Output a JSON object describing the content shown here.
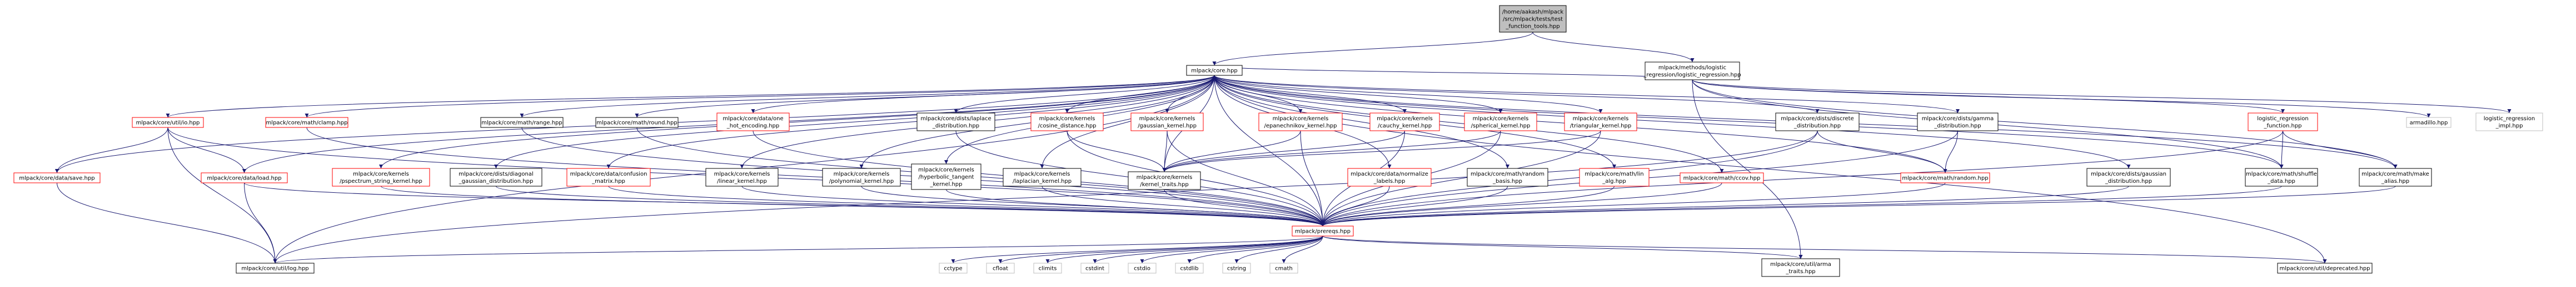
{
  "colors": {
    "background": "#ffffff",
    "edge": "#191970",
    "node_border_default": "#000000",
    "node_border_red": "#ff0000",
    "node_border_gray": "#bfbfbf",
    "root_fill": "#bfbfbf"
  },
  "nodes": [
    {
      "id": "root",
      "lines": [
        "/home/aakash/mlpack",
        "/src/mlpack/tests/test",
        "_function_tools.hpp"
      ],
      "style": "root"
    },
    {
      "id": "core",
      "lines": [
        "mlpack/core.hpp"
      ],
      "style": "black"
    },
    {
      "id": "logreg",
      "lines": [
        "mlpack/methods/logistic",
        "_regression/logistic_regression.hpp"
      ],
      "style": "black"
    },
    {
      "id": "lr_function",
      "lines": [
        "logistic_regression",
        "_function.hpp"
      ],
      "style": "red"
    },
    {
      "id": "armadillo",
      "lines": [
        "armadillo.hpp"
      ],
      "style": "gray"
    },
    {
      "id": "lr_impl",
      "lines": [
        "logistic_regression",
        "_impl.hpp"
      ],
      "style": "gray"
    },
    {
      "id": "util_io",
      "lines": [
        "mlpack/core/util/io.hpp"
      ],
      "style": "red"
    },
    {
      "id": "math_clamp",
      "lines": [
        "mlpack/core/math/clamp.hpp"
      ],
      "style": "red"
    },
    {
      "id": "math_range",
      "lines": [
        "mlpack/core/math/range.hpp"
      ],
      "style": "black"
    },
    {
      "id": "math_round",
      "lines": [
        "mlpack/core/math/round.hpp"
      ],
      "style": "black"
    },
    {
      "id": "one_hot",
      "lines": [
        "mlpack/core/data/one",
        "_hot_encoding.hpp"
      ],
      "style": "red"
    },
    {
      "id": "laplace_dist",
      "lines": [
        "mlpack/core/dists/laplace",
        "_distribution.hpp"
      ],
      "style": "black"
    },
    {
      "id": "cosine",
      "lines": [
        "mlpack/core/kernels",
        "/cosine_distance.hpp"
      ],
      "style": "red"
    },
    {
      "id": "gaussian_kernel",
      "lines": [
        "mlpack/core/kernels",
        "/gaussian_kernel.hpp"
      ],
      "style": "red"
    },
    {
      "id": "epanechnikov",
      "lines": [
        "mlpack/core/kernels",
        "/epanechnikov_kernel.hpp"
      ],
      "style": "red"
    },
    {
      "id": "cauchy",
      "lines": [
        "mlpack/core/kernels",
        "/cauchy_kernel.hpp"
      ],
      "style": "red"
    },
    {
      "id": "spherical",
      "lines": [
        "mlpack/core/kernels",
        "/spherical_kernel.hpp"
      ],
      "style": "red"
    },
    {
      "id": "triangular",
      "lines": [
        "mlpack/core/kernels",
        "/triangular_kernel.hpp"
      ],
      "style": "red"
    },
    {
      "id": "discrete_dist",
      "lines": [
        "mlpack/core/dists/discrete",
        "_distribution.hpp"
      ],
      "style": "black"
    },
    {
      "id": "gamma_dist",
      "lines": [
        "mlpack/core/dists/gamma",
        "_distribution.hpp"
      ],
      "style": "black"
    },
    {
      "id": "data_save",
      "lines": [
        "mlpack/core/data/save.hpp"
      ],
      "style": "red"
    },
    {
      "id": "data_load",
      "lines": [
        "mlpack/core/data/load.hpp"
      ],
      "style": "red"
    },
    {
      "id": "pspectrum",
      "lines": [
        "mlpack/core/kernels",
        "/pspectrum_string_kernel.hpp"
      ],
      "style": "red"
    },
    {
      "id": "diag_gauss",
      "lines": [
        "mlpack/core/dists/diagonal",
        "_gaussian_distribution.hpp"
      ],
      "style": "black"
    },
    {
      "id": "confusion",
      "lines": [
        "mlpack/core/data/confusion",
        "_matrix.hpp"
      ],
      "style": "red"
    },
    {
      "id": "linear_kernel",
      "lines": [
        "mlpack/core/kernels",
        "/linear_kernel.hpp"
      ],
      "style": "black"
    },
    {
      "id": "polynomial_kernel",
      "lines": [
        "mlpack/core/kernels",
        "/polynomial_kernel.hpp"
      ],
      "style": "black"
    },
    {
      "id": "hyperbolic",
      "lines": [
        "mlpack/core/kernels",
        "/hyperbolic_tangent",
        "_kernel.hpp"
      ],
      "style": "black"
    },
    {
      "id": "laplacian_kernel",
      "lines": [
        "mlpack/core/kernels",
        "/laplacian_kernel.hpp"
      ],
      "style": "black"
    },
    {
      "id": "kernel_traits",
      "lines": [
        "mlpack/core/kernels",
        "/kernel_traits.hpp"
      ],
      "style": "black"
    },
    {
      "id": "normalize_labels",
      "lines": [
        "mlpack/core/data/normalize",
        "_labels.hpp"
      ],
      "style": "red"
    },
    {
      "id": "random_basis",
      "lines": [
        "mlpack/core/math/random",
        "_basis.hpp"
      ],
      "style": "black"
    },
    {
      "id": "lin_alg",
      "lines": [
        "mlpack/core/math/lin",
        "_alg.hpp"
      ],
      "style": "red"
    },
    {
      "id": "math_ccov",
      "lines": [
        "mlpack/core/math/ccov.hpp"
      ],
      "style": "red"
    },
    {
      "id": "math_random",
      "lines": [
        "mlpack/core/math/random.hpp"
      ],
      "style": "red"
    },
    {
      "id": "gauss_dist",
      "lines": [
        "mlpack/core/dists/gaussian",
        "_distribution.hpp"
      ],
      "style": "black"
    },
    {
      "id": "shuffle_data",
      "lines": [
        "mlpack/core/math/shuffle",
        "_data.hpp"
      ],
      "style": "black"
    },
    {
      "id": "make_alias",
      "lines": [
        "mlpack/core/math/make",
        "_alias.hpp"
      ],
      "style": "black"
    },
    {
      "id": "prereqs",
      "lines": [
        "mlpack/prereqs.hpp"
      ],
      "style": "red"
    },
    {
      "id": "log",
      "lines": [
        "mlpack/core/util/log.hpp"
      ],
      "style": "black"
    },
    {
      "id": "cctype",
      "lines": [
        "cctype"
      ],
      "style": "gray"
    },
    {
      "id": "cfloat",
      "lines": [
        "cfloat"
      ],
      "style": "gray"
    },
    {
      "id": "climits",
      "lines": [
        "climits"
      ],
      "style": "gray"
    },
    {
      "id": "cstdint",
      "lines": [
        "cstdint"
      ],
      "style": "gray"
    },
    {
      "id": "cstdio",
      "lines": [
        "cstdio"
      ],
      "style": "gray"
    },
    {
      "id": "cstdlib",
      "lines": [
        "cstdlib"
      ],
      "style": "gray"
    },
    {
      "id": "cstring",
      "lines": [
        "cstring"
      ],
      "style": "gray"
    },
    {
      "id": "cmath",
      "lines": [
        "cmath"
      ],
      "style": "gray"
    },
    {
      "id": "arma_traits",
      "lines": [
        "mlpack/core/util/arma",
        "_traits.hpp"
      ],
      "style": "black"
    },
    {
      "id": "deprecated",
      "lines": [
        "mlpack/core/util/deprecated.hpp"
      ],
      "style": "black"
    }
  ],
  "edges": [
    [
      "root",
      "core"
    ],
    [
      "root",
      "logreg"
    ],
    [
      "logreg",
      "core"
    ],
    [
      "logreg",
      "lr_function"
    ],
    [
      "logreg",
      "armadillo"
    ],
    [
      "logreg",
      "lr_impl"
    ],
    [
      "logreg",
      "shuffle_data"
    ],
    [
      "logreg",
      "make_alias"
    ],
    [
      "logreg",
      "arma_traits"
    ],
    [
      "lr_function",
      "shuffle_data"
    ],
    [
      "lr_function",
      "make_alias"
    ],
    [
      "lr_function",
      "prereqs"
    ],
    [
      "core",
      "util_io"
    ],
    [
      "core",
      "math_clamp"
    ],
    [
      "core",
      "math_range"
    ],
    [
      "core",
      "math_round"
    ],
    [
      "core",
      "one_hot"
    ],
    [
      "core",
      "laplace_dist"
    ],
    [
      "core",
      "cosine"
    ],
    [
      "core",
      "gaussian_kernel"
    ],
    [
      "core",
      "epanechnikov"
    ],
    [
      "core",
      "cauchy"
    ],
    [
      "core",
      "spherical"
    ],
    [
      "core",
      "triangular"
    ],
    [
      "core",
      "discrete_dist"
    ],
    [
      "core",
      "gamma_dist"
    ],
    [
      "core",
      "data_save"
    ],
    [
      "core",
      "data_load"
    ],
    [
      "core",
      "pspectrum"
    ],
    [
      "core",
      "diag_gauss"
    ],
    [
      "core",
      "confusion"
    ],
    [
      "core",
      "linear_kernel"
    ],
    [
      "core",
      "polynomial_kernel"
    ],
    [
      "core",
      "hyperbolic"
    ],
    [
      "core",
      "laplacian_kernel"
    ],
    [
      "core",
      "kernel_traits"
    ],
    [
      "core",
      "normalize_labels"
    ],
    [
      "core",
      "random_basis"
    ],
    [
      "core",
      "lin_alg"
    ],
    [
      "core",
      "math_ccov"
    ],
    [
      "core",
      "math_random"
    ],
    [
      "core",
      "gauss_dist"
    ],
    [
      "core",
      "shuffle_data"
    ],
    [
      "core",
      "make_alias"
    ],
    [
      "core",
      "prereqs"
    ],
    [
      "core",
      "log"
    ],
    [
      "core",
      "deprecated"
    ],
    [
      "util_io",
      "data_save"
    ],
    [
      "util_io",
      "data_load"
    ],
    [
      "util_io",
      "prereqs"
    ],
    [
      "util_io",
      "log"
    ],
    [
      "data_save",
      "log"
    ],
    [
      "data_load",
      "log"
    ],
    [
      "data_load",
      "prereqs"
    ],
    [
      "math_clamp",
      "prereqs"
    ],
    [
      "math_range",
      "prereqs"
    ],
    [
      "math_round",
      "prereqs"
    ],
    [
      "one_hot",
      "prereqs"
    ],
    [
      "laplace_dist",
      "prereqs"
    ],
    [
      "cosine",
      "kernel_traits"
    ],
    [
      "cosine",
      "prereqs"
    ],
    [
      "gaussian_kernel",
      "kernel_traits"
    ],
    [
      "gaussian_kernel",
      "prereqs"
    ],
    [
      "epanechnikov",
      "kernel_traits"
    ],
    [
      "epanechnikov",
      "prereqs"
    ],
    [
      "cauchy",
      "kernel_traits"
    ],
    [
      "cauchy",
      "prereqs"
    ],
    [
      "spherical",
      "kernel_traits"
    ],
    [
      "spherical",
      "prereqs"
    ],
    [
      "triangular",
      "kernel_traits"
    ],
    [
      "triangular",
      "prereqs"
    ],
    [
      "discrete_dist",
      "math_random"
    ],
    [
      "discrete_dist",
      "prereqs"
    ],
    [
      "discrete_dist",
      "log"
    ],
    [
      "gamma_dist",
      "math_random"
    ],
    [
      "gamma_dist",
      "prereqs"
    ],
    [
      "pspectrum",
      "prereqs"
    ],
    [
      "diag_gauss",
      "prereqs"
    ],
    [
      "confusion",
      "prereqs"
    ],
    [
      "linear_kernel",
      "prereqs"
    ],
    [
      "polynomial_kernel",
      "prereqs"
    ],
    [
      "hyperbolic",
      "prereqs"
    ],
    [
      "laplacian_kernel",
      "prereqs"
    ],
    [
      "kernel_traits",
      "prereqs"
    ],
    [
      "normalize_labels",
      "prereqs"
    ],
    [
      "random_basis",
      "prereqs"
    ],
    [
      "lin_alg",
      "prereqs"
    ],
    [
      "math_ccov",
      "prereqs"
    ],
    [
      "math_random",
      "prereqs"
    ],
    [
      "gauss_dist",
      "prereqs"
    ],
    [
      "shuffle_data",
      "prereqs"
    ],
    [
      "make_alias",
      "prereqs"
    ],
    [
      "prereqs",
      "log"
    ],
    [
      "prereqs",
      "cctype"
    ],
    [
      "prereqs",
      "cfloat"
    ],
    [
      "prereqs",
      "climits"
    ],
    [
      "prereqs",
      "cstdint"
    ],
    [
      "prereqs",
      "cstdio"
    ],
    [
      "prereqs",
      "cstdlib"
    ],
    [
      "prereqs",
      "cstring"
    ],
    [
      "prereqs",
      "cmath"
    ],
    [
      "prereqs",
      "arma_traits"
    ],
    [
      "prereqs",
      "deprecated"
    ]
  ]
}
